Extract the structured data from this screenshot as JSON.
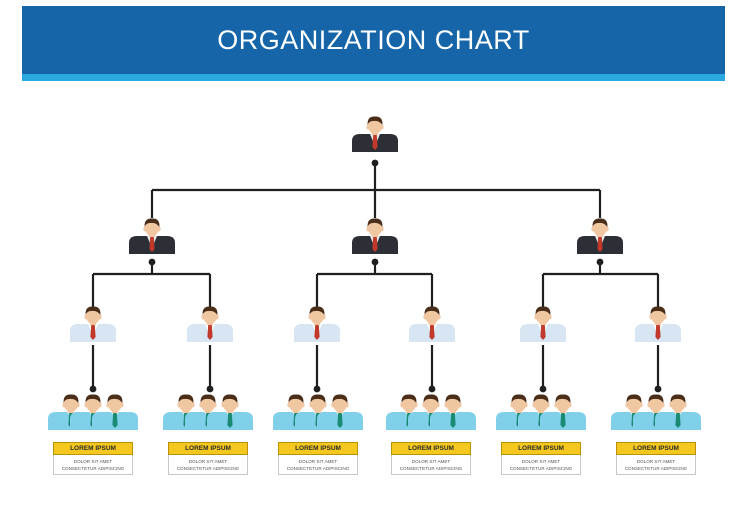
{
  "header": {
    "title": "ORGANIZATION CHART"
  },
  "team_label": {
    "title": "LOREM IPSUM",
    "line1": "DOLOR SIT AMET",
    "line2": "CONSECTETUR ADIPISCING"
  },
  "colors": {
    "banner": "#1565a8",
    "banner_stripe": "#29a9e0",
    "connector": "#1f1f1f",
    "suit_dark": "#2c2f36",
    "shirt_light": "#d7e6f2",
    "tie_red": "#c0392b",
    "staff_shirt": "#7fd0e8",
    "staff_tie": "#1a8a73",
    "skin": "#f1c7a2",
    "hair": "#4a2e1a",
    "label_yellow": "#f4c81e"
  },
  "nodes": {
    "ceo": {
      "role": "executive",
      "icon": "executive-icon"
    },
    "directors": [
      {
        "role": "director",
        "icon": "director-icon"
      },
      {
        "role": "director",
        "icon": "director-icon"
      },
      {
        "role": "director",
        "icon": "director-icon"
      }
    ],
    "managers": [
      {
        "role": "manager",
        "icon": "manager-icon"
      },
      {
        "role": "manager",
        "icon": "manager-icon"
      },
      {
        "role": "manager",
        "icon": "manager-icon"
      },
      {
        "role": "manager",
        "icon": "manager-icon"
      },
      {
        "role": "manager",
        "icon": "manager-icon"
      },
      {
        "role": "manager",
        "icon": "manager-icon"
      }
    ],
    "teams": [
      {
        "members": 3,
        "icon": "staff-group-icon"
      },
      {
        "members": 3,
        "icon": "staff-group-icon"
      },
      {
        "members": 3,
        "icon": "staff-group-icon"
      },
      {
        "members": 3,
        "icon": "staff-group-icon"
      },
      {
        "members": 3,
        "icon": "staff-group-icon"
      },
      {
        "members": 3,
        "icon": "staff-group-icon"
      }
    ]
  }
}
